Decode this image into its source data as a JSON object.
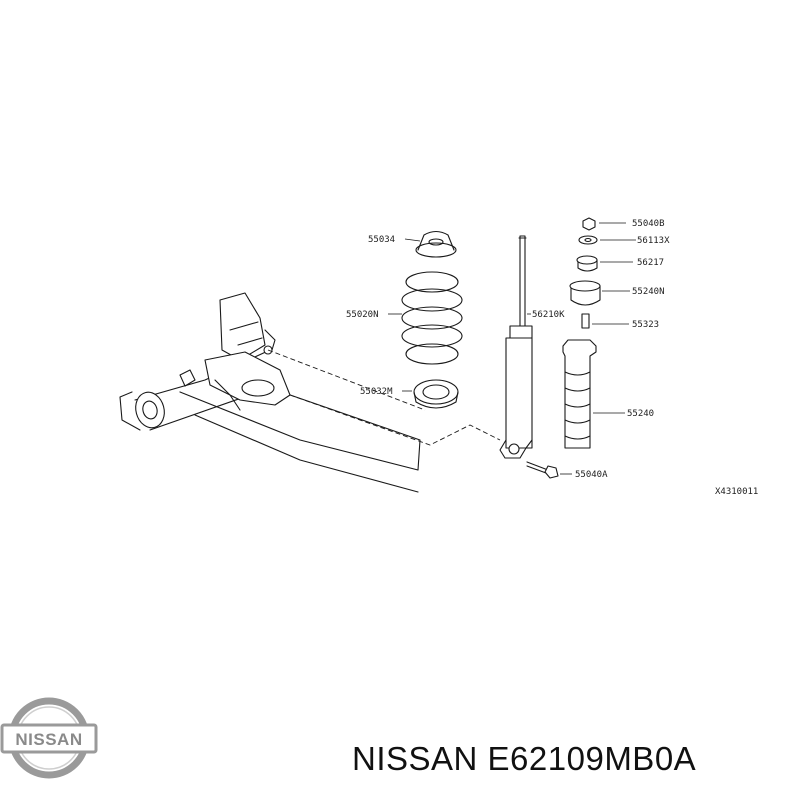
{
  "diagram": {
    "part_labels": {
      "p55034": "55034",
      "p55020N": "55020N",
      "p55032M": "55032M",
      "p56210K": "56210K",
      "p55040B": "55040B",
      "p56113X": "56113X",
      "p56217": "56217",
      "p55240N": "55240N",
      "p55323": "55323",
      "p55240": "55240",
      "p55040A": "55040A"
    },
    "drawing_code": "X4310011"
  },
  "logo": {
    "text": "NISSAN",
    "color": "#9a9a9a"
  },
  "footer": {
    "brand": "NISSAN",
    "part_number": "E62109MB0A"
  }
}
